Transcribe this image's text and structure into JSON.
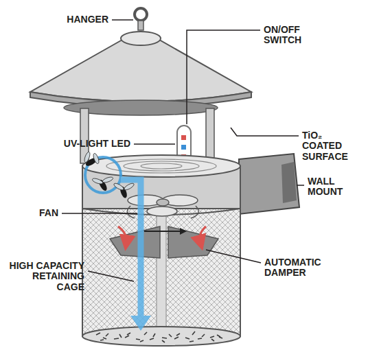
{
  "diagram": {
    "labels": [
      "HANGER",
      "ON/OFF SWITCH",
      "TiO₂ COATED SURFACE",
      "UV-LIGHT LED",
      "WALL MOUNT",
      "FAN",
      "AUTOMATIC DAMPER",
      "HIGH CAPACITY RETAINING CAGE"
    ]
  }
}
